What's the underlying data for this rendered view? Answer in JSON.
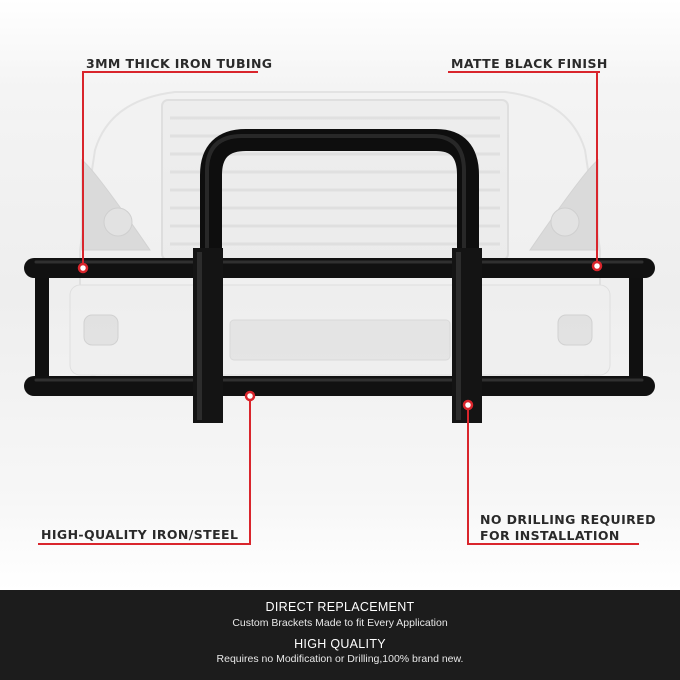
{
  "callouts": {
    "top_left": "3MM THICK IRON TUBING",
    "top_right": "MATTE BLACK FINISH",
    "bottom_left": "HIGH-QUALITY IRON/STEEL",
    "bottom_right_line1": "NO DRILLING REQUIRED",
    "bottom_right_line2": "FOR INSTALLATION"
  },
  "footer": {
    "heading1": "DIRECT REPLACEMENT",
    "sub1": "Custom Brackets Made to fit Every Application",
    "heading2": "HIGH QUALITY",
    "sub2": "Requires no Modification or Drilling,100% brand new."
  },
  "colors": {
    "accent": "#d9252c",
    "footer_bg": "#1c1c1c",
    "bumper": "#161616"
  }
}
